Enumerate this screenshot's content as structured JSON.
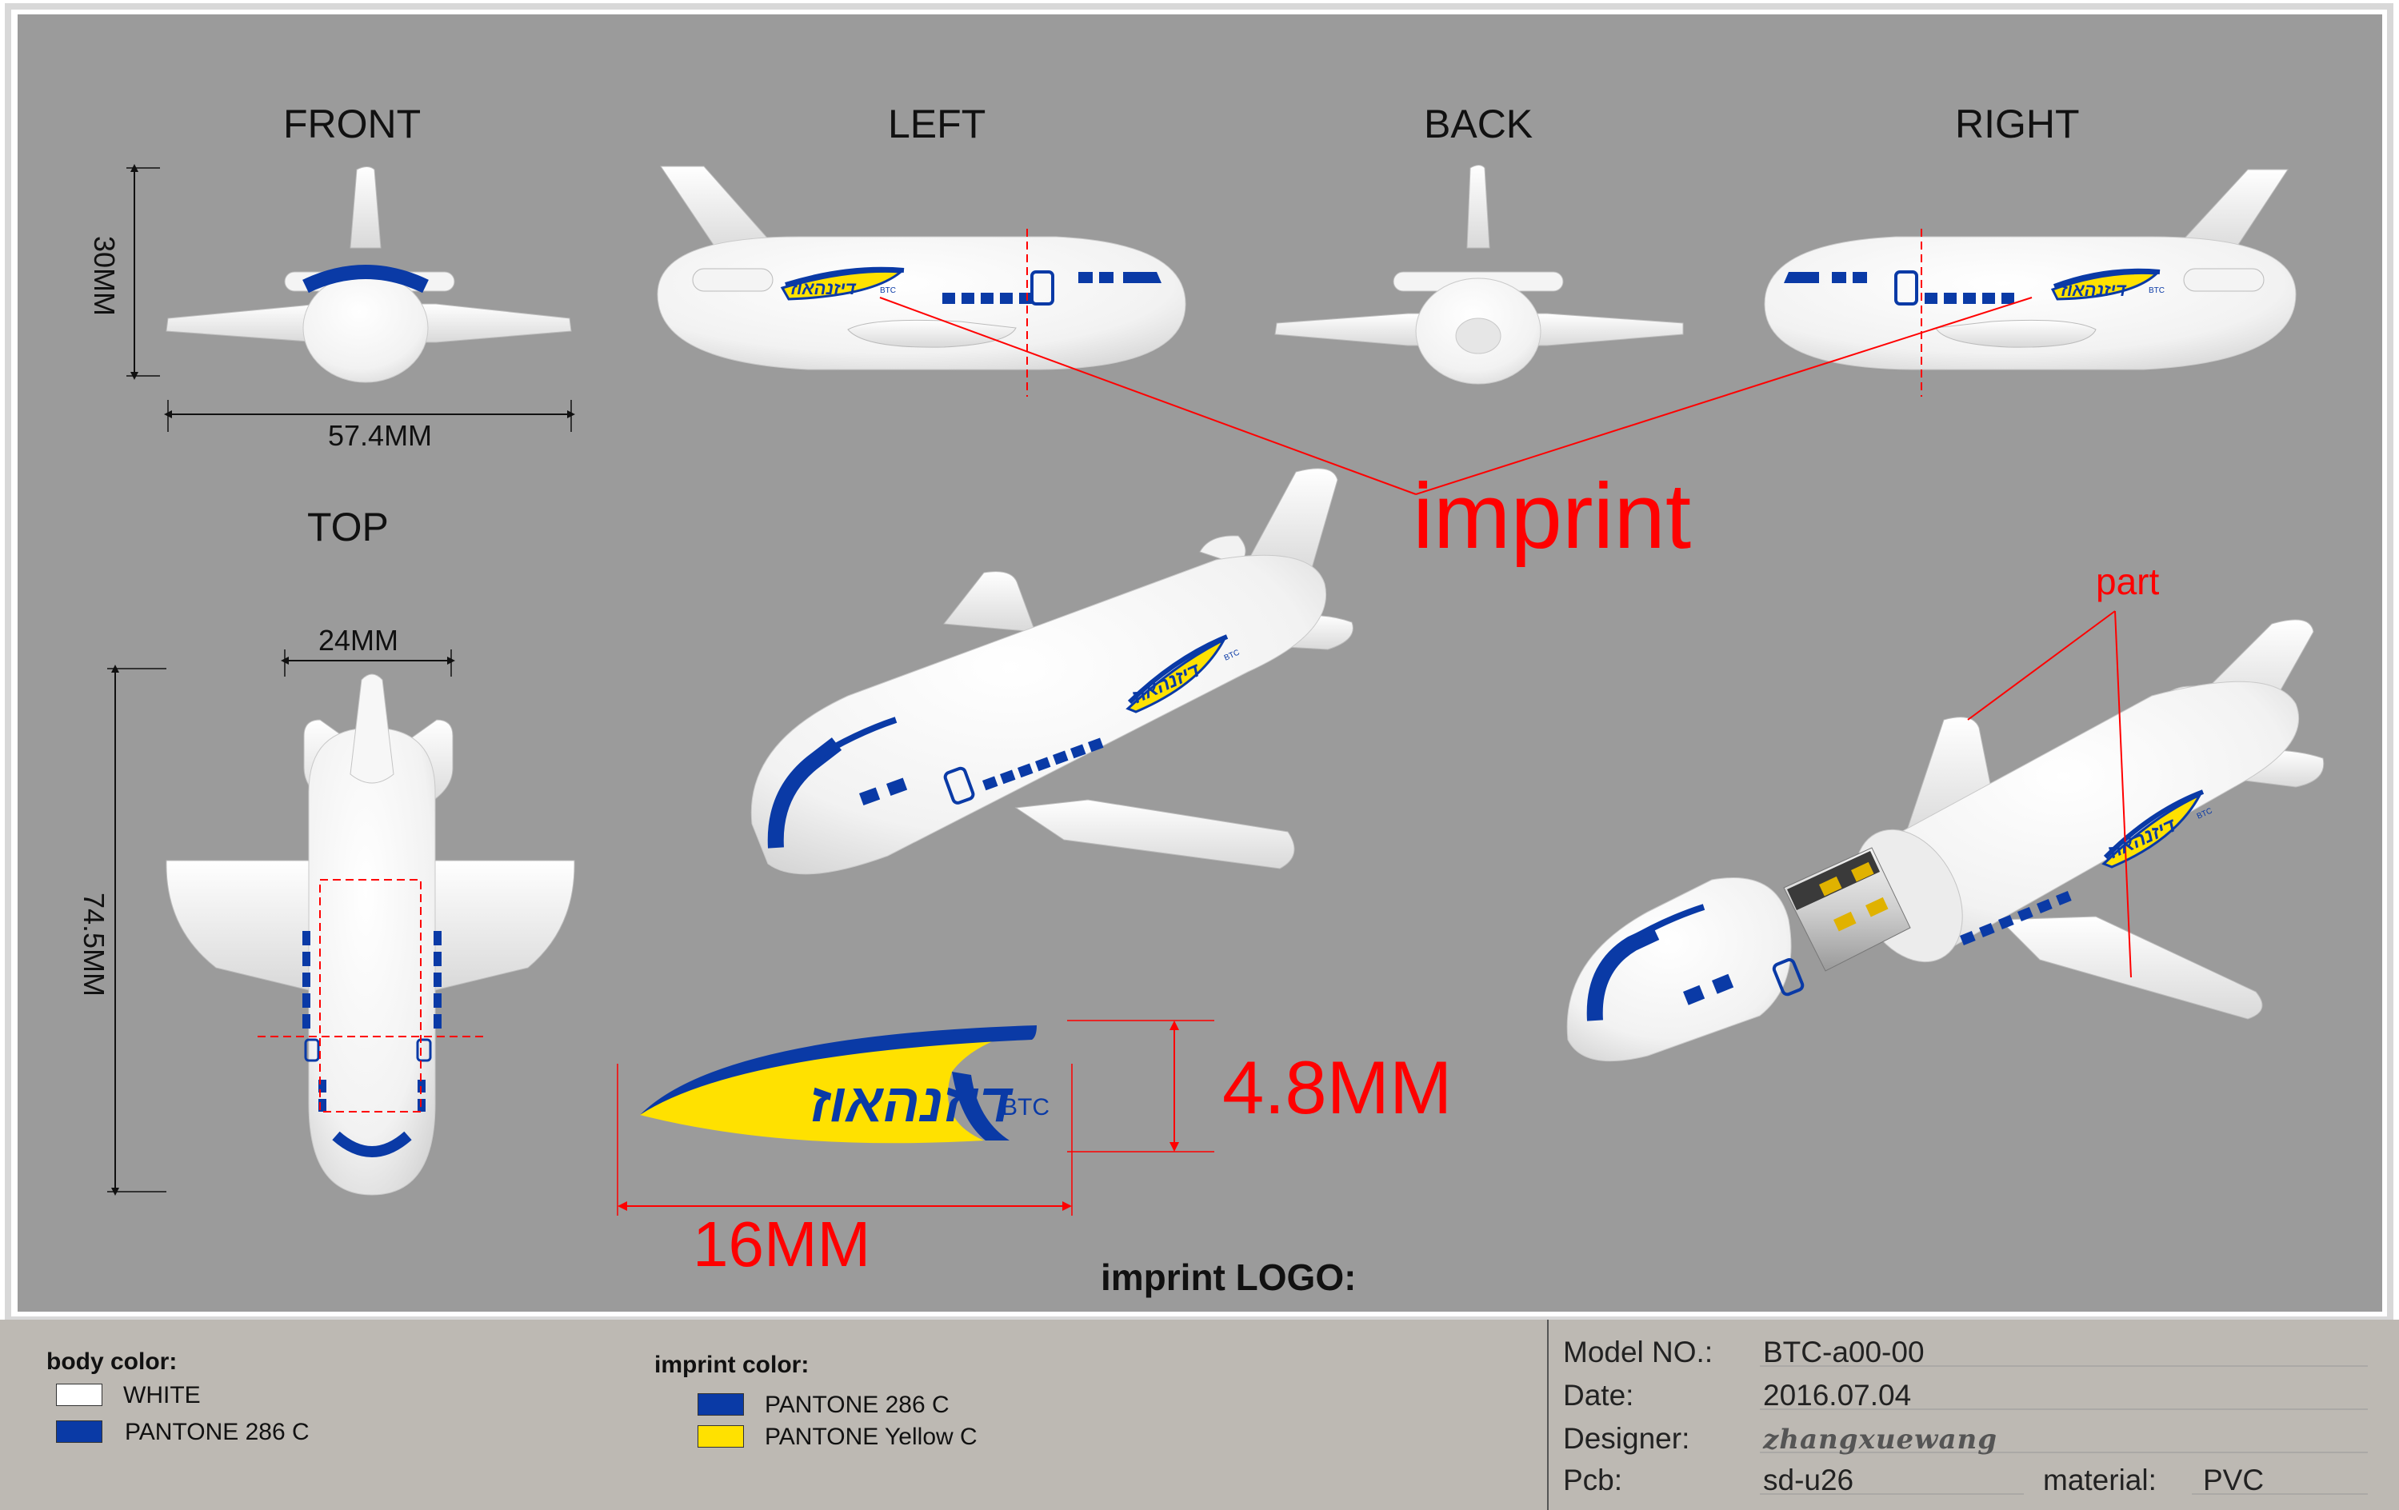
{
  "views": {
    "front": "FRONT",
    "left": "LEFT",
    "back": "BACK",
    "right": "RIGHT",
    "top": "TOP"
  },
  "dimensions": {
    "height": "30MM",
    "width": "57.4MM",
    "body_width": "24MM",
    "length": "74.5MM",
    "logo_height": "4.8MM",
    "logo_width": "16MM"
  },
  "callouts": {
    "imprint": "imprint",
    "part": "part",
    "imprint_logo": "imprint LOGO:"
  },
  "logo": {
    "text": "דיזנהאוז",
    "sub": "BTC"
  },
  "legend": {
    "body_color_label": "body  color:",
    "body_colors": [
      {
        "name": "WHITE",
        "color": "#ffffff"
      },
      {
        "name": "PANTONE 286 C",
        "color": "#0a3aa6"
      }
    ],
    "imprint_color_label": "imprint color:",
    "imprint_colors": [
      {
        "name": "PANTONE 286 C",
        "color": "#0a3aa6"
      },
      {
        "name": "PANTONE Yellow C",
        "color": "#ffe100"
      }
    ]
  },
  "title_block": {
    "model_label": "Model NO.:",
    "model_value": "BTC-a00-00",
    "date_label": "Date:",
    "date_value": "2016.07.04",
    "designer_label": "Designer:",
    "designer_value": "zhangxuewang",
    "pcb_label": "Pcb:",
    "pcb_value": "sd-u26",
    "material_label": "material:",
    "material_value": "PVC"
  },
  "colors": {
    "canvas": "#9b9b9b",
    "footer": "#bdb9b3",
    "navy": "#0a3aa6",
    "yellow": "#ffe100",
    "annotation": "#ff0000"
  }
}
